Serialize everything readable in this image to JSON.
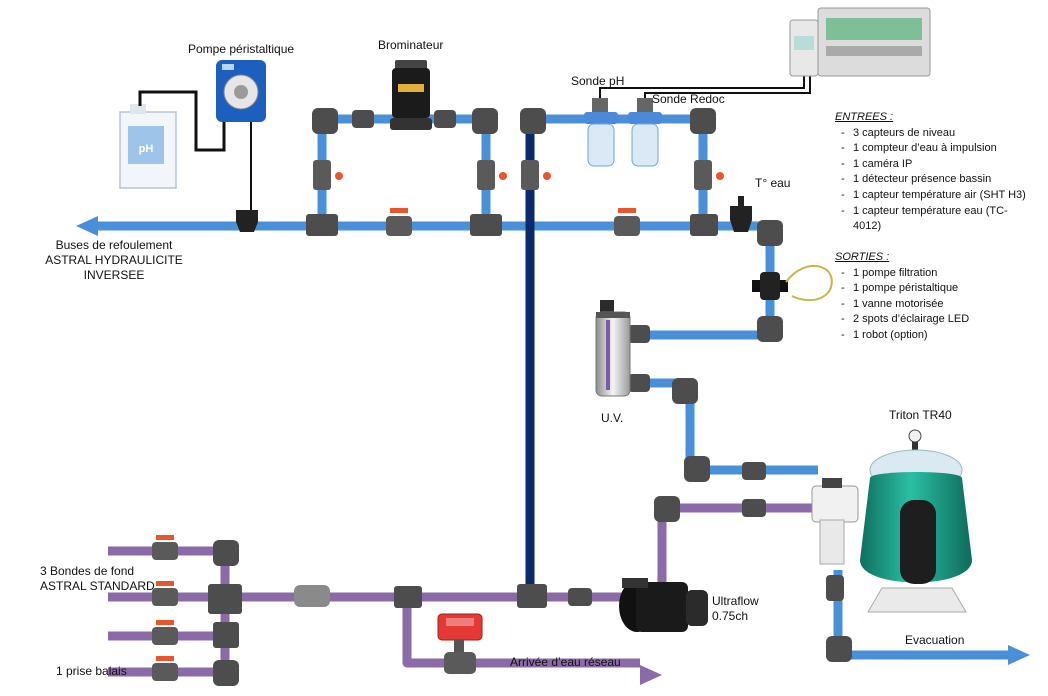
{
  "labels": {
    "pump_peristaltic": "Pompe péristaltique",
    "brominator": "Brominateur",
    "probe_ph": "Sonde pH",
    "probe_redox": "Sonde Redoc",
    "water_temp": "T° eau",
    "return_nozzles": [
      "Buses de refoulement",
      "ASTRAL HYDRAULICITE",
      "INVERSEE"
    ],
    "uv": "U.V.",
    "filter": "Triton TR40",
    "bottom_drains": [
      "3 Bondes de fond",
      "ASTRAL STANDARD"
    ],
    "vacuum_inlet": "1 prise balais",
    "pump_main": [
      "Ultraflow",
      "0.75ch"
    ],
    "mains_water": "Arrivée d’eau réseau",
    "evacuation": "Evacuation"
  },
  "inputs": {
    "title": "ENTREES :",
    "items": [
      "3 capteurs de niveau",
      "1 compteur d’eau à impulsion",
      "1 caméra IP",
      "1 détecteur présence bassin",
      "1 capteur température air (SHT H3)",
      "1 capteur température eau (TC-",
      "4012)"
    ]
  },
  "outputs": {
    "title": "SORTIES :",
    "items": [
      "1 pompe filtration",
      "1 pompe péristaltique",
      "1 vanne motorisée",
      "2 spots d’éclairage LED",
      "1 robot (option)"
    ]
  },
  "colors": {
    "pipe_blue": "#4a90d9",
    "pipe_purple": "#8b6aa8",
    "pipe_navy": "#0a2a6b",
    "fitting": "#4d4d4d",
    "valve_red": "#e8552e",
    "filter_green": "#1d9d86"
  }
}
